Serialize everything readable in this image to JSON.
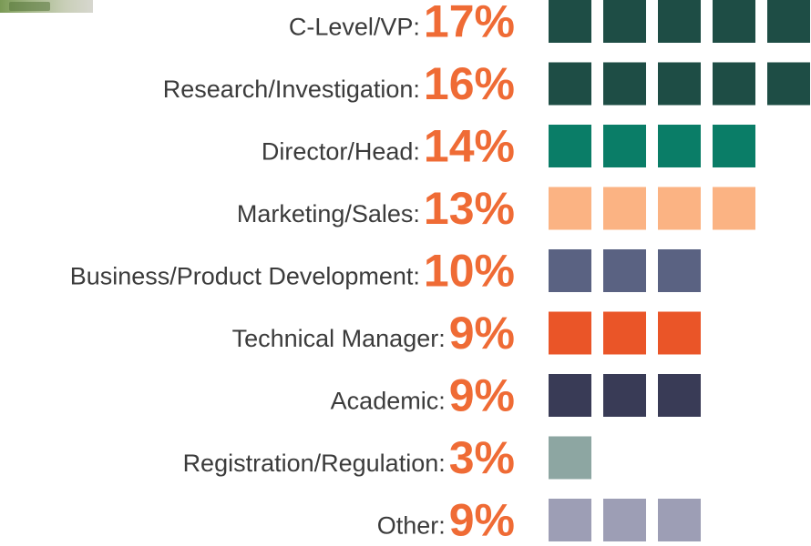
{
  "chart_data": {
    "type": "bar",
    "categories": [
      "C-Level/VP:",
      "Research/Investigation:",
      "Director/Head:",
      "Marketing/Sales:",
      "Business/Product Development:",
      "Technical Manager:",
      "Academic:",
      "Registration/Regulation:",
      "Other:"
    ],
    "value_labels": [
      "17%",
      "16%",
      "14%",
      "13%",
      "10%",
      "9%",
      "9%",
      "3%",
      "9%"
    ],
    "values": [
      17,
      16,
      14,
      13,
      10,
      9,
      9,
      3,
      9
    ],
    "squares": [
      5,
      5,
      4,
      4,
      3,
      3,
      3,
      1,
      3
    ],
    "colors": [
      "#1e4d45",
      "#1e4d45",
      "#0a7d67",
      "#fbb383",
      "#5a6282",
      "#ea5528",
      "#393b56",
      "#8da6a2",
      "#9d9eb5"
    ],
    "title": "",
    "xlabel": "",
    "ylabel": ""
  }
}
